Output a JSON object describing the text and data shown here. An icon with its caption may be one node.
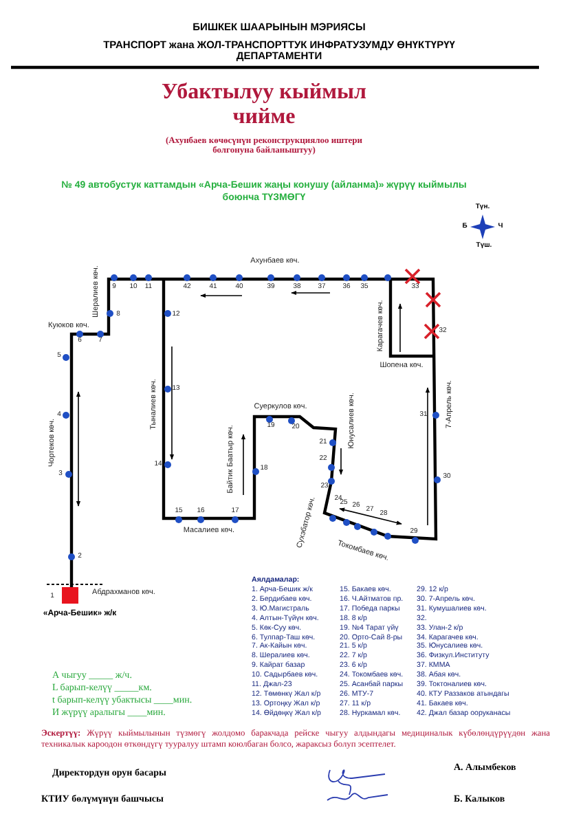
{
  "diagram": {
    "title": "Убактылуу кыймыл чийме",
    "labels": [
      "БИШКЕК ШААРЫНЫН МЭРИЯСЫ",
      "ТРАНСПОРТ жана ЖОЛ-ТРАНСПОРТТУК ИНФРАТУЗУМДУ ӨНҮКТҮРҮҮ ДЕПАРТАМЕНТИ",
      "(Ахунбаев көчөсүнүн реконструкциялоо иштери болгонуна байланыштуу)",
      "№ 49 автобустук каттамдын «Арча-Бешик жаңы конушу (айланма)» жүрүү кыймылы боюнча ТҮЗМӨГҮ",
      "Түн.",
      "Б",
      "Ч",
      "Түш.",
      "Ахунбаев көч.",
      "Шералиев көч.",
      "9",
      "10",
      "11",
      "42",
      "41",
      "40",
      "39",
      "38",
      "37",
      "36",
      "35",
      "33",
      "Куюков көч.",
      "8",
      "12",
      "Карагачев көч.",
      "32",
      "6",
      "7",
      "5",
      "Шопена көч.",
      "Тыналиев көч.",
      "13",
      "Суеркулов көч.",
      "7-Апрель көч.",
      "4",
      "31",
      "19",
      "20",
      "Юнусалиев көч.",
      "21",
      "Чортеков көч.",
      "22",
      "Байтик Баатыр көч.",
      "14",
      "18",
      "3",
      "30",
      "23",
      "15",
      "16",
      "17",
      "24",
      "25",
      "26",
      "27",
      "28",
      "Сухэбатор көч.",
      "Масалиев көч.",
      "29",
      "Токомбаев көч.",
      "2",
      "1",
      "Абдрахманов көч.",
      "«Арча-Бешик» ж/к",
      "Аялдамалар:",
      "1. Арча-Бешик ж/к",
      "2. Бердибаев көч.",
      "3. Ю.Магистраль",
      "4. Алтын-Түйүн көч.",
      "5. Көк-Суу көч.",
      "6. Тулпар-Таш көч.",
      "7. Ак-Кайын көч.",
      "8. Шералиев көч.",
      "9. Кайрат базар",
      "10. Садырбаев көч.",
      "11. Джал-23",
      "12. Төмөнкү Жал к/р",
      "13. Ортоңку Жал к/р",
      "14. Өйдөңкү Жал к/р",
      "15. Бакаев көч.",
      "16. Ч.Айтматов пр.",
      "17. Победа паркы",
      "18. 8 к/р",
      "19. №4 Тарат үйү",
      "20. Орто-Сай 8-ры",
      "21. 5 к/р",
      "22. 7 к/р",
      "23. 6 к/р",
      "24. Токомбаев көч.",
      "25. Асанбай паркы",
      "26. МТУ-7",
      "27. 11 к/р",
      "28. Нуркамал көч.",
      "29. 12 к/р",
      "30. 7-Апрель көч.",
      "31. Кумушалиев көч.",
      "32.",
      "33. Улан-2 к/р",
      "34. Карагачев көч.",
      "35. Юнусалиев көч.",
      "36. Физкул.Институту",
      "37. КММА",
      "38. Абая көч.",
      "39. Токтоналиев көч.",
      "40. КТУ Раззаков атындагы",
      "41. Бакаев көч.",
      "42. Джал базар ооруканасы",
      "А чыгуу _____ ж/ч.",
      "L барып-келүү _____км.",
      "t барып-келүү убактысы ____мин.",
      "И жүрүү аралыгы ____мин.",
      "**Эскертүү:** Жүрүү кыймылынын түзмөгү жолдомо баракчада рейске чыгуу алдындагы медициналык күбөлөндүрүүдөн жана техникалык кароодон өткөндүгү тууралуу штамп коюлбаган болсо, жараксыз болуп эсептелет.",
      "Директордун орун басары",
      "А. Алымбеков",
      "КТИУ бөлүмүнүн башчысы",
      "Б. Калыков"
    ]
  }
}
